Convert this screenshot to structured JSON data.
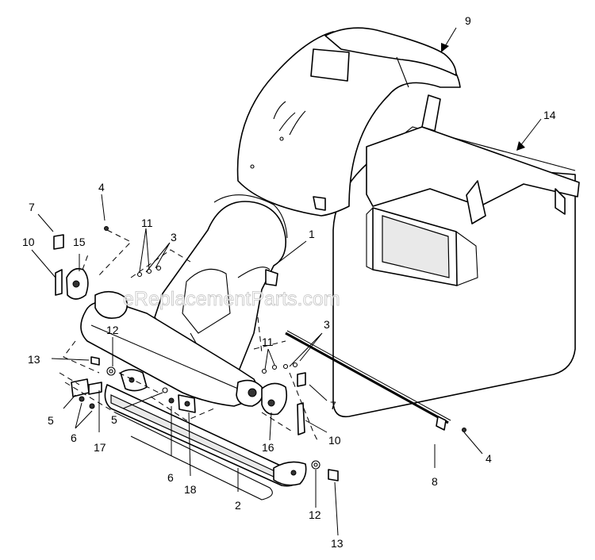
{
  "watermark": "eReplacementParts.com",
  "callouts": [
    {
      "id": "c1",
      "text": "1"
    },
    {
      "id": "c2",
      "text": "2"
    },
    {
      "id": "c3a",
      "text": "3"
    },
    {
      "id": "c3b",
      "text": "3"
    },
    {
      "id": "c4a",
      "text": "4"
    },
    {
      "id": "c4b",
      "text": "4"
    },
    {
      "id": "c5a",
      "text": "5"
    },
    {
      "id": "c5b",
      "text": "5"
    },
    {
      "id": "c6a",
      "text": "6"
    },
    {
      "id": "c6b",
      "text": "6"
    },
    {
      "id": "c7a",
      "text": "7"
    },
    {
      "id": "c7b",
      "text": "7"
    },
    {
      "id": "c8",
      "text": "8"
    },
    {
      "id": "c9",
      "text": "9"
    },
    {
      "id": "c10a",
      "text": "10"
    },
    {
      "id": "c10b",
      "text": "10"
    },
    {
      "id": "c11a",
      "text": "11"
    },
    {
      "id": "c11b",
      "text": "11"
    },
    {
      "id": "c12a",
      "text": "12"
    },
    {
      "id": "c12b",
      "text": "12"
    },
    {
      "id": "c13a",
      "text": "13"
    },
    {
      "id": "c13b",
      "text": "13"
    },
    {
      "id": "c14",
      "text": "14"
    },
    {
      "id": "c15",
      "text": "15"
    },
    {
      "id": "c16",
      "text": "16"
    },
    {
      "id": "c17",
      "text": "17"
    },
    {
      "id": "c18",
      "text": "18"
    }
  ]
}
